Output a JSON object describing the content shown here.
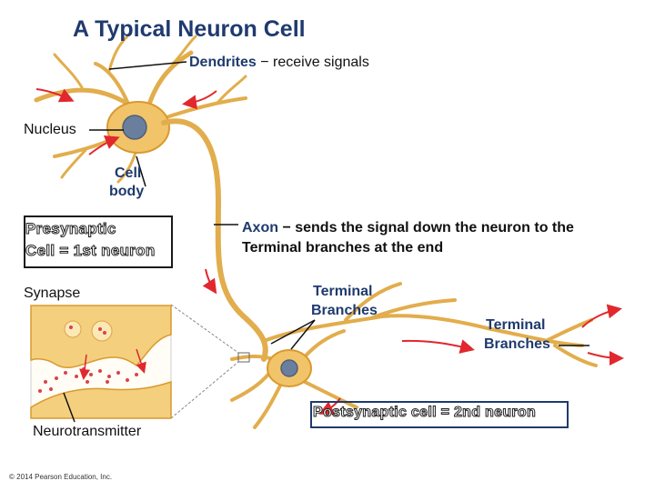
{
  "title": "A Typical Neuron Cell",
  "labels": {
    "dendrites": "Dendrites",
    "dendrites_desc": " − receive signals",
    "nucleus": "Nucleus",
    "cell_body_line1": "Cell",
    "cell_body_line2": "body",
    "presynaptic_line1": "Presynaptic",
    "presynaptic_line2": "Cell = 1st neuron",
    "axon": "Axon",
    "axon_desc_line1": " − sends the signal down the neuron to the",
    "axon_desc_line2": "Terminal branches at the end",
    "synapse": "Synapse",
    "terminal_branches_left_line1": "Terminal",
    "terminal_branches_left_line2": "Branches",
    "terminal_branches_right_line1": "Terminal",
    "terminal_branches_right_line2": "Branches",
    "neurotransmitter": "Neurotransmitter",
    "postsynaptic": "Postsynaptic cell  = 2nd neuron"
  },
  "copyright": "© 2014 Pearson Education, Inc.",
  "colors": {
    "neuron_fill": "#f2c46a",
    "neuron_stroke": "#d99a2e",
    "nucleus": "#6a7f9e",
    "arrow": "#e0282e",
    "title": "#1f3a6e",
    "vesicle": "#d9434a"
  }
}
